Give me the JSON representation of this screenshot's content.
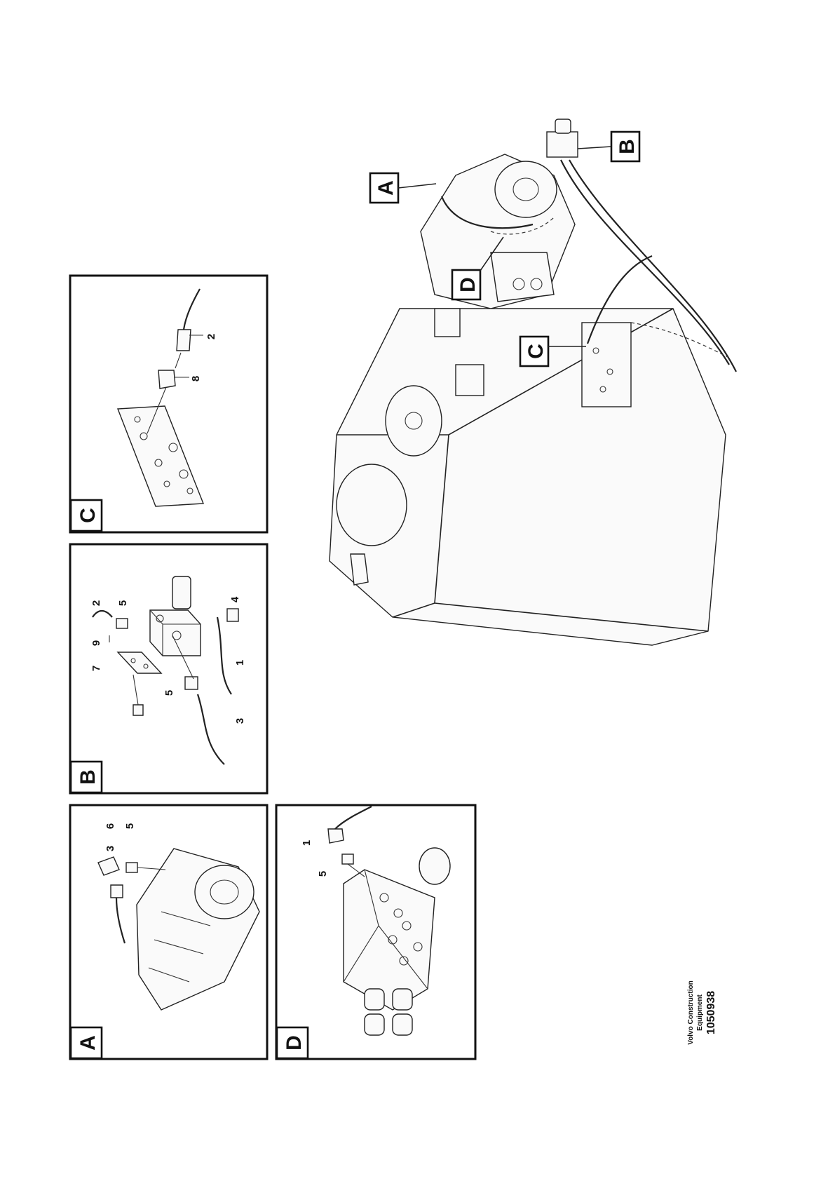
{
  "detail_views": {
    "A": {
      "letter": "A",
      "parts": [
        "3",
        "6",
        "5"
      ]
    },
    "B": {
      "letter": "B",
      "parts": [
        "9",
        "7",
        "2",
        "5",
        "5",
        "4",
        "3",
        "1"
      ]
    },
    "C": {
      "letter": "C",
      "parts": [
        "8",
        "2"
      ]
    },
    "D": {
      "letter": "D",
      "parts": [
        "1",
        "5"
      ]
    }
  },
  "overview_callouts": [
    "A",
    "B",
    "C",
    "D"
  ],
  "footer": {
    "company_line1": "Volvo Construction",
    "company_line2": "Equipment",
    "drawing_number": "1050938"
  },
  "colors": {
    "ink": "#111111",
    "paper": "#ffffff"
  }
}
